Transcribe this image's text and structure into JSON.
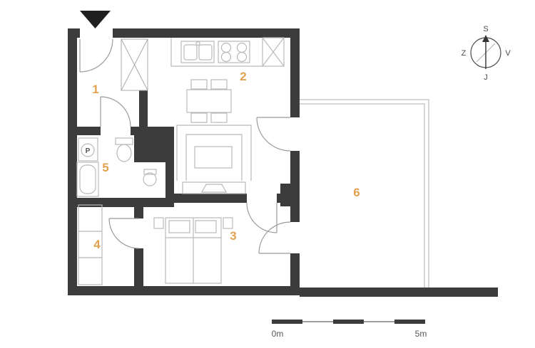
{
  "plan": {
    "rooms": [
      {
        "number": "1"
      },
      {
        "number": "2"
      },
      {
        "number": "3"
      },
      {
        "number": "4"
      },
      {
        "number": "5"
      },
      {
        "number": "6"
      }
    ],
    "washer_label": "P"
  },
  "compass": {
    "north": "S",
    "east": "V",
    "south": "J",
    "west": "Z"
  },
  "scale_bar": {
    "start": "0m",
    "end": "5m"
  },
  "colors": {
    "wall": "#3c3c3c",
    "dark": "#1f1f1f",
    "room_number": "#e2a150",
    "furniture": "#b9b9b9",
    "door": "#9a9a9a",
    "thin_line": "#c8c8c8"
  }
}
